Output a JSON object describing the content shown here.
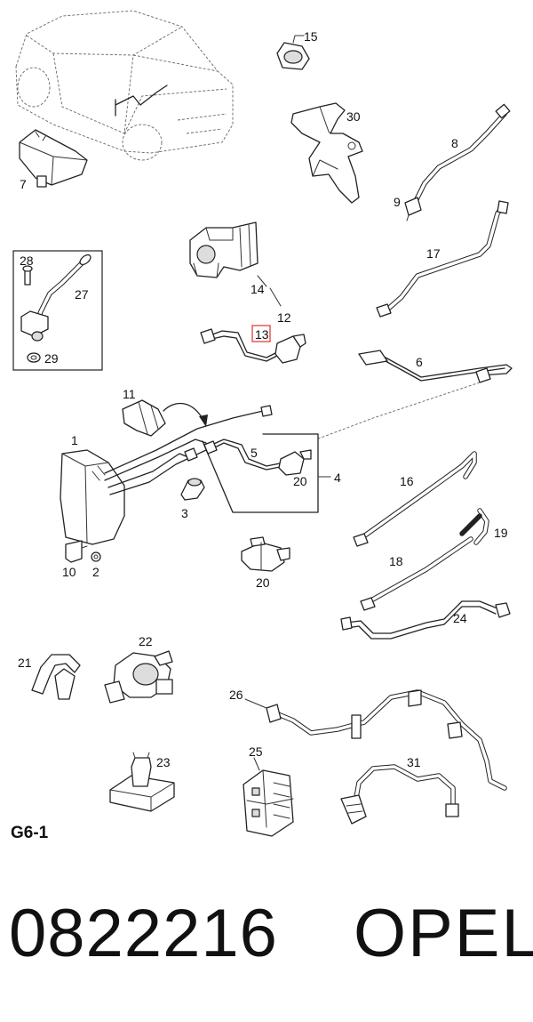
{
  "sheet_label": "G6-1",
  "part_number": "0822216",
  "brand": "OPEL",
  "highlighted_callout": "13",
  "highlight_color": "#e03030",
  "callouts": [
    "15",
    "30",
    "8",
    "7",
    "9",
    "17",
    "28",
    "27",
    "29",
    "14",
    "12",
    "13",
    "6",
    "11",
    "1",
    "5",
    "4",
    "20",
    "3",
    "10",
    "2",
    "20",
    "16",
    "19",
    "18",
    "24",
    "21",
    "22",
    "26",
    "25",
    "23",
    "31"
  ]
}
